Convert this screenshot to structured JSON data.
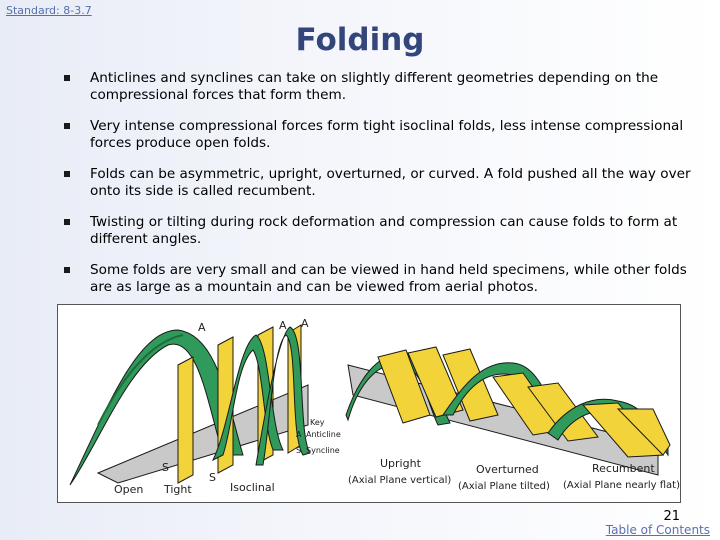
{
  "standard_link": "Standard: 8-3.7",
  "title": "Folding",
  "bullets": [
    "Anticlines and synclines can take on slightly different geometries depending on the compressional forces that form them.",
    "Very intense compressional forces form tight isoclinal folds, less intense compressional forces produce open folds.",
    "Folds can be asymmetric, upright, overturned, or curved.  A fold pushed all the way over onto its side is called recumbent.",
    "Twisting or tilting during rock deformation and compression can cause folds to form at different angles.",
    "Some folds are very small and can be viewed in hand held specimens, while other folds are as large as a mountain and can be viewed from aerial photos."
  ],
  "figure": {
    "labels": {
      "a": "A",
      "s": "S",
      "open": "Open",
      "tight": "Tight",
      "isoclinal": "Isoclinal",
      "key": "Key",
      "key_anticline": "Anticline",
      "key_syncline": "Syncline",
      "upright": "Upright",
      "upright_sub": "(Axial Plane vertical)",
      "overturned": "Overturned",
      "overturned_sub": "(Axial Plane tilted)",
      "recumbent": "Recumbent",
      "recumbent_sub": "(Axial Plane nearly flat)"
    },
    "colors": {
      "green": "#2f9a5a",
      "dark_green": "#1f6b3e",
      "yellow": "#f3d33a",
      "outline": "#1a1a1a"
    }
  },
  "slide_number": "21",
  "toc_link": "Table of Contents"
}
